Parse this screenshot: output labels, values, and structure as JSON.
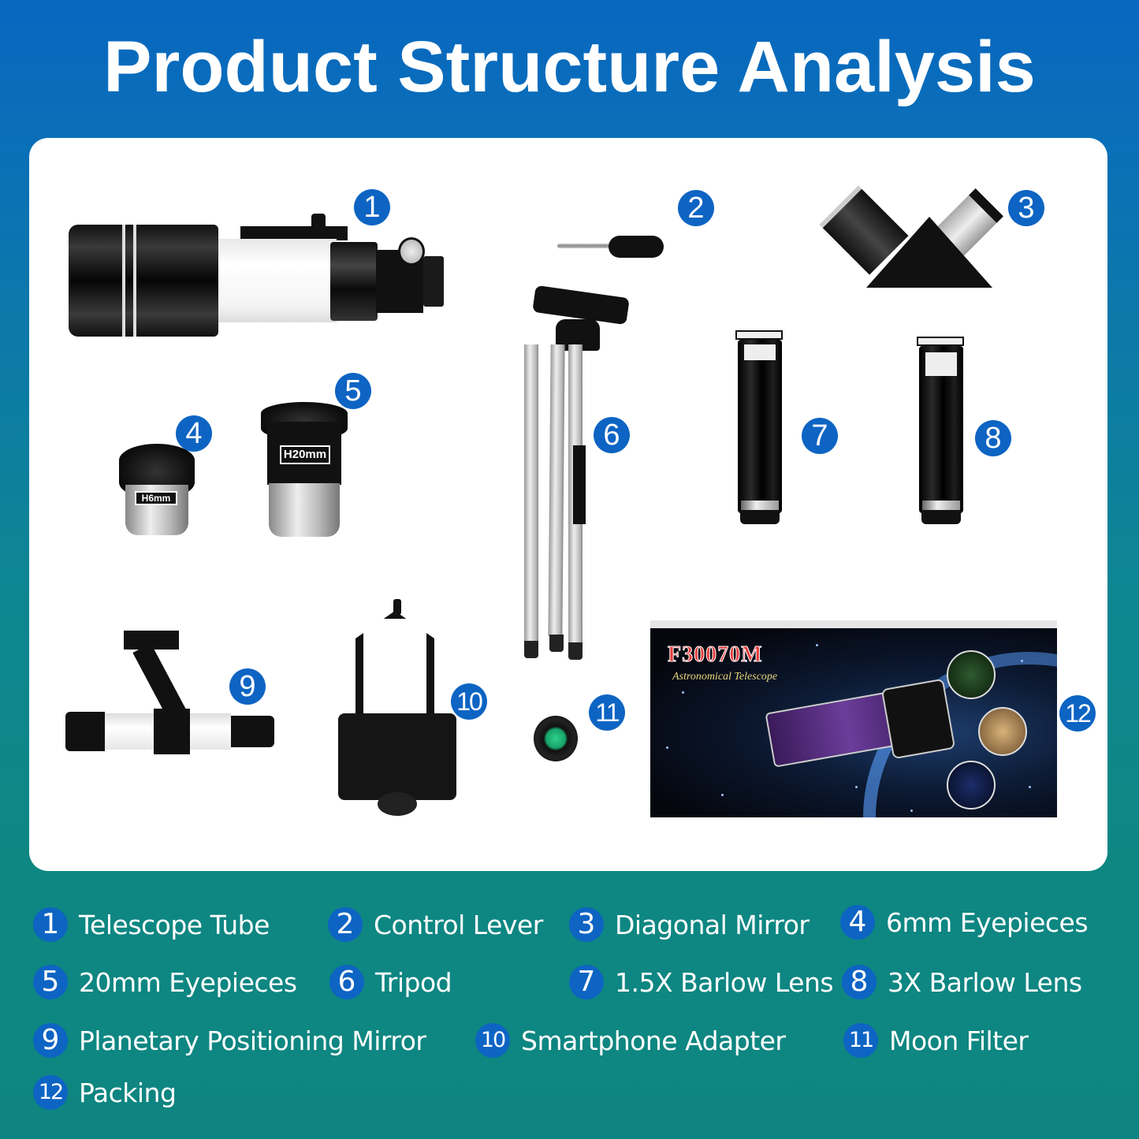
{
  "title": "Product Structure Analysis",
  "colors": {
    "background_top": "#0867c0",
    "background_bottom": "#0e8580",
    "card": "#ffffff",
    "badge": "#0d64c3",
    "text": "#ffffff"
  },
  "figure": {
    "eyepiece_small_label": "H6mm",
    "eyepiece_large_label": "H20mm",
    "box_model": "F30070M",
    "box_subtitle": "Astronomical Telescope",
    "badges": [
      "1",
      "2",
      "3",
      "4",
      "5",
      "6",
      "7",
      "8",
      "9",
      "10",
      "11",
      "12"
    ]
  },
  "legend": [
    {
      "num": "1",
      "label": "Telescope Tube"
    },
    {
      "num": "2",
      "label": "Control Lever"
    },
    {
      "num": "3",
      "label": "Diagonal Mirror"
    },
    {
      "num": "4",
      "label": "6mm Eyepieces"
    },
    {
      "num": "5",
      "label": "20mm Eyepieces"
    },
    {
      "num": "6",
      "label": "Tripod"
    },
    {
      "num": "7",
      "label": "1.5X Barlow Lens"
    },
    {
      "num": "8",
      "label": "3X Barlow Lens"
    },
    {
      "num": "9",
      "label": "Planetary Positioning Mirror"
    },
    {
      "num": "10",
      "label": "Smartphone Adapter"
    },
    {
      "num": "11",
      "label": "Moon Filter"
    },
    {
      "num": "12",
      "label": "Packing"
    }
  ]
}
